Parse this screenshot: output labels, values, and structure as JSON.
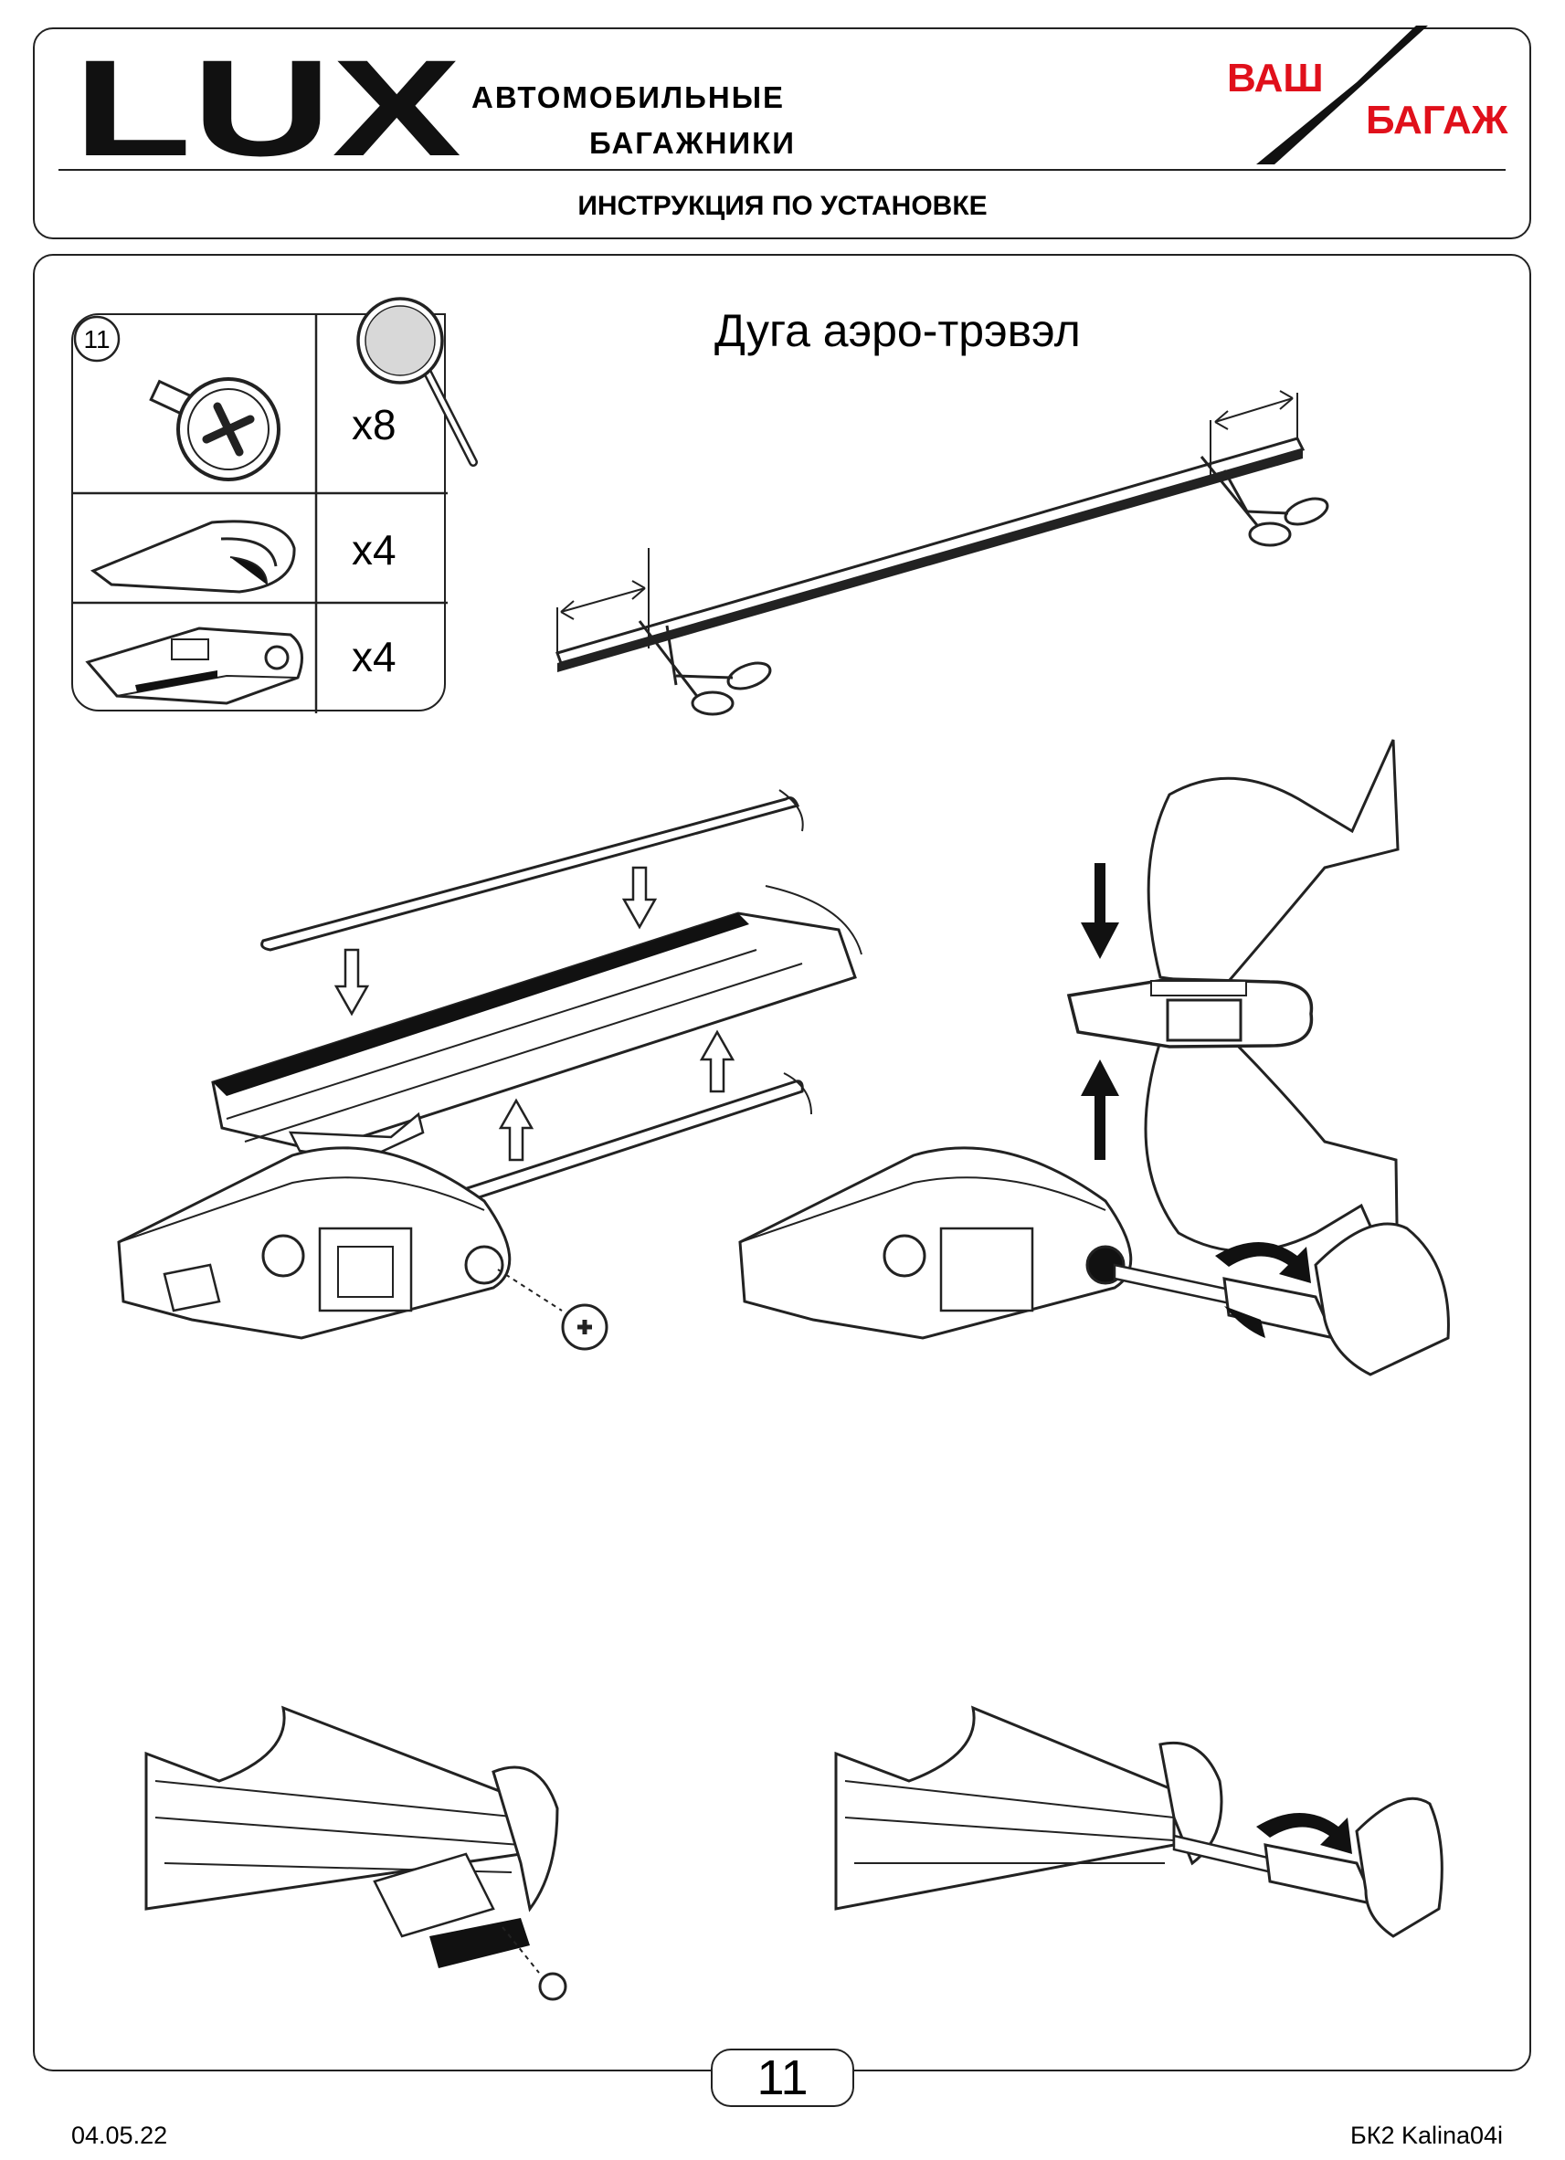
{
  "header": {
    "logo": "LUX",
    "tagline_line1": "АВТОМОБИЛЬНЫЕ",
    "tagline_line2": "БАГАЖНИКИ",
    "brand_line1": "ВАШ",
    "brand_line2": "БАГАЖ",
    "document_title": "ИНСТРУКЦИЯ ПО УСТАНОВКЕ",
    "brand_color": "#e0101b"
  },
  "step": {
    "number": "11",
    "heading": "Дуга аэро-трэвэл"
  },
  "parts": [
    {
      "icon": "screw-icon",
      "quantity": "x8"
    },
    {
      "icon": "end-cap-icon",
      "quantity": "x4"
    },
    {
      "icon": "end-cap-insert-icon",
      "quantity": "x4"
    }
  ],
  "footer": {
    "page_number": "11",
    "date": "04.05.22",
    "code": "БК2 Kalina04i"
  }
}
